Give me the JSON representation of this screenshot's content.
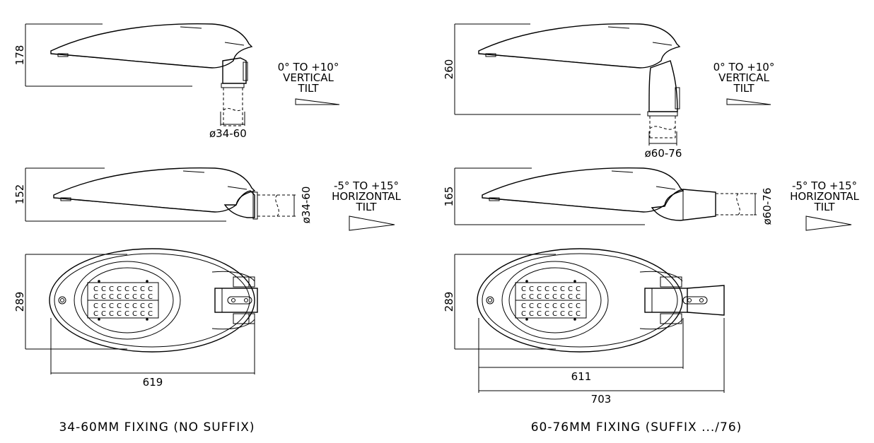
{
  "left_variant": {
    "side_view": {
      "height_dim": "178",
      "pipe_dim": "ø34-60"
    },
    "side_tilt": {
      "range": "0° TO +10°",
      "label_1": "VERTICAL",
      "label_2": "TILT"
    },
    "horizontal_view": {
      "height_dim": "152",
      "pipe_dim": "ø34-60"
    },
    "horizontal_tilt": {
      "range": "-5° TO +15°",
      "label_1": "HORIZONTAL",
      "label_2": "TILT"
    },
    "plan_view": {
      "width_dim": "289",
      "length_dim": "619"
    },
    "caption": "34-60MM FIXING (NO SUFFIX)"
  },
  "right_variant": {
    "side_view": {
      "height_dim": "260",
      "pipe_dim": "ø60-76"
    },
    "side_tilt": {
      "range": "0° TO +10°",
      "label_1": "VERTICAL",
      "label_2": "TILT"
    },
    "horizontal_view": {
      "height_dim": "165",
      "pipe_dim": "ø60-76"
    },
    "horizontal_tilt": {
      "range": "-5° TO +15°",
      "label_1": "HORIZONTAL",
      "label_2": "TILT"
    },
    "plan_view": {
      "width_dim": "289",
      "length_dim": "611",
      "overall_length_dim": "703"
    },
    "caption": "60-76MM FIXING (SUFFIX .../76)"
  },
  "led_glyph": "C"
}
